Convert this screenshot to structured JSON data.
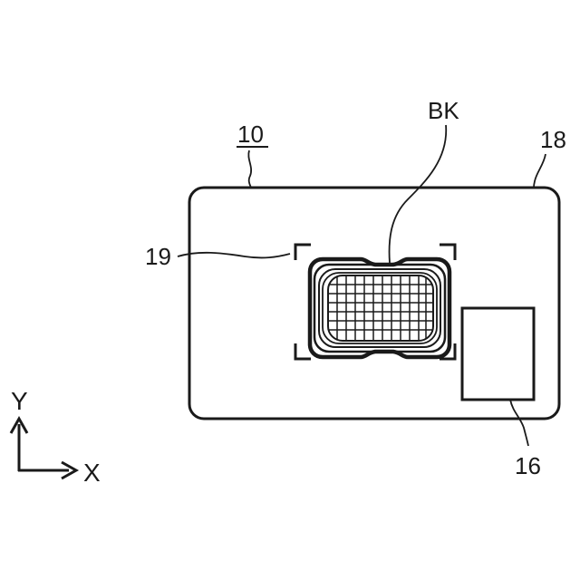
{
  "figure": {
    "labels": {
      "device_ref": "10",
      "screen_ref": "18",
      "object_ref": "BK",
      "frame_ref": "19",
      "button_ref": "16"
    },
    "axes": {
      "y_label": "Y",
      "x_label": "X"
    },
    "colors": {
      "line": "#1a1a1a",
      "background": "#ffffff"
    }
  }
}
